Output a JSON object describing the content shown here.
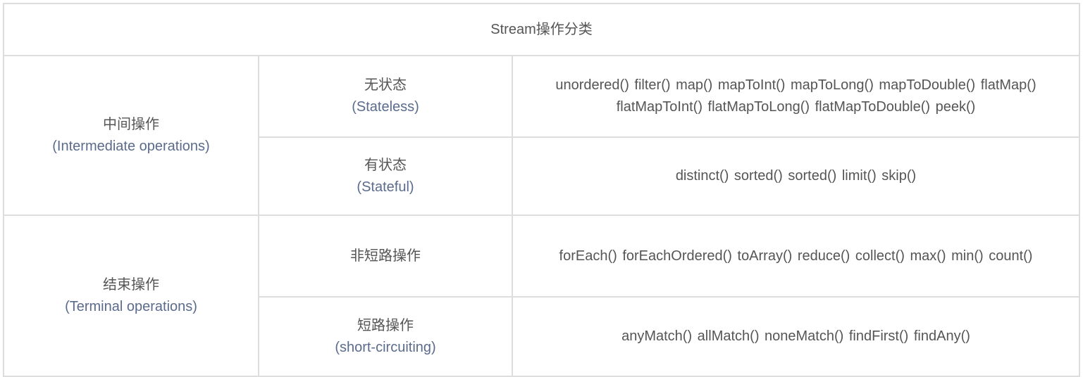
{
  "table": {
    "title": "Stream操作分类",
    "colors": {
      "border": "#dddddd",
      "text": "#555555",
      "subtitle_text": "#5b6b8c",
      "background": "#ffffff"
    },
    "categories": [
      {
        "zh": "中间操作",
        "en": "(Intermediate operations)",
        "subcategories": [
          {
            "zh": "无状态",
            "en": "(Stateless)",
            "methods": "unordered() filter() map() mapToInt() mapToLong() mapToDouble() flatMap() flatMapToInt() flatMapToLong() flatMapToDouble() peek()"
          },
          {
            "zh": "有状态",
            "en": "(Stateful)",
            "methods": "distinct() sorted() sorted() limit() skip()"
          }
        ]
      },
      {
        "zh": "结束操作",
        "en": "(Terminal operations)",
        "subcategories": [
          {
            "zh": "非短路操作",
            "en": "",
            "methods": "forEach() forEachOrdered() toArray() reduce() collect() max() min() count()"
          },
          {
            "zh": "短路操作",
            "en": "(short-circuiting)",
            "methods": "anyMatch() allMatch() noneMatch() findFirst() findAny()"
          }
        ]
      }
    ]
  }
}
